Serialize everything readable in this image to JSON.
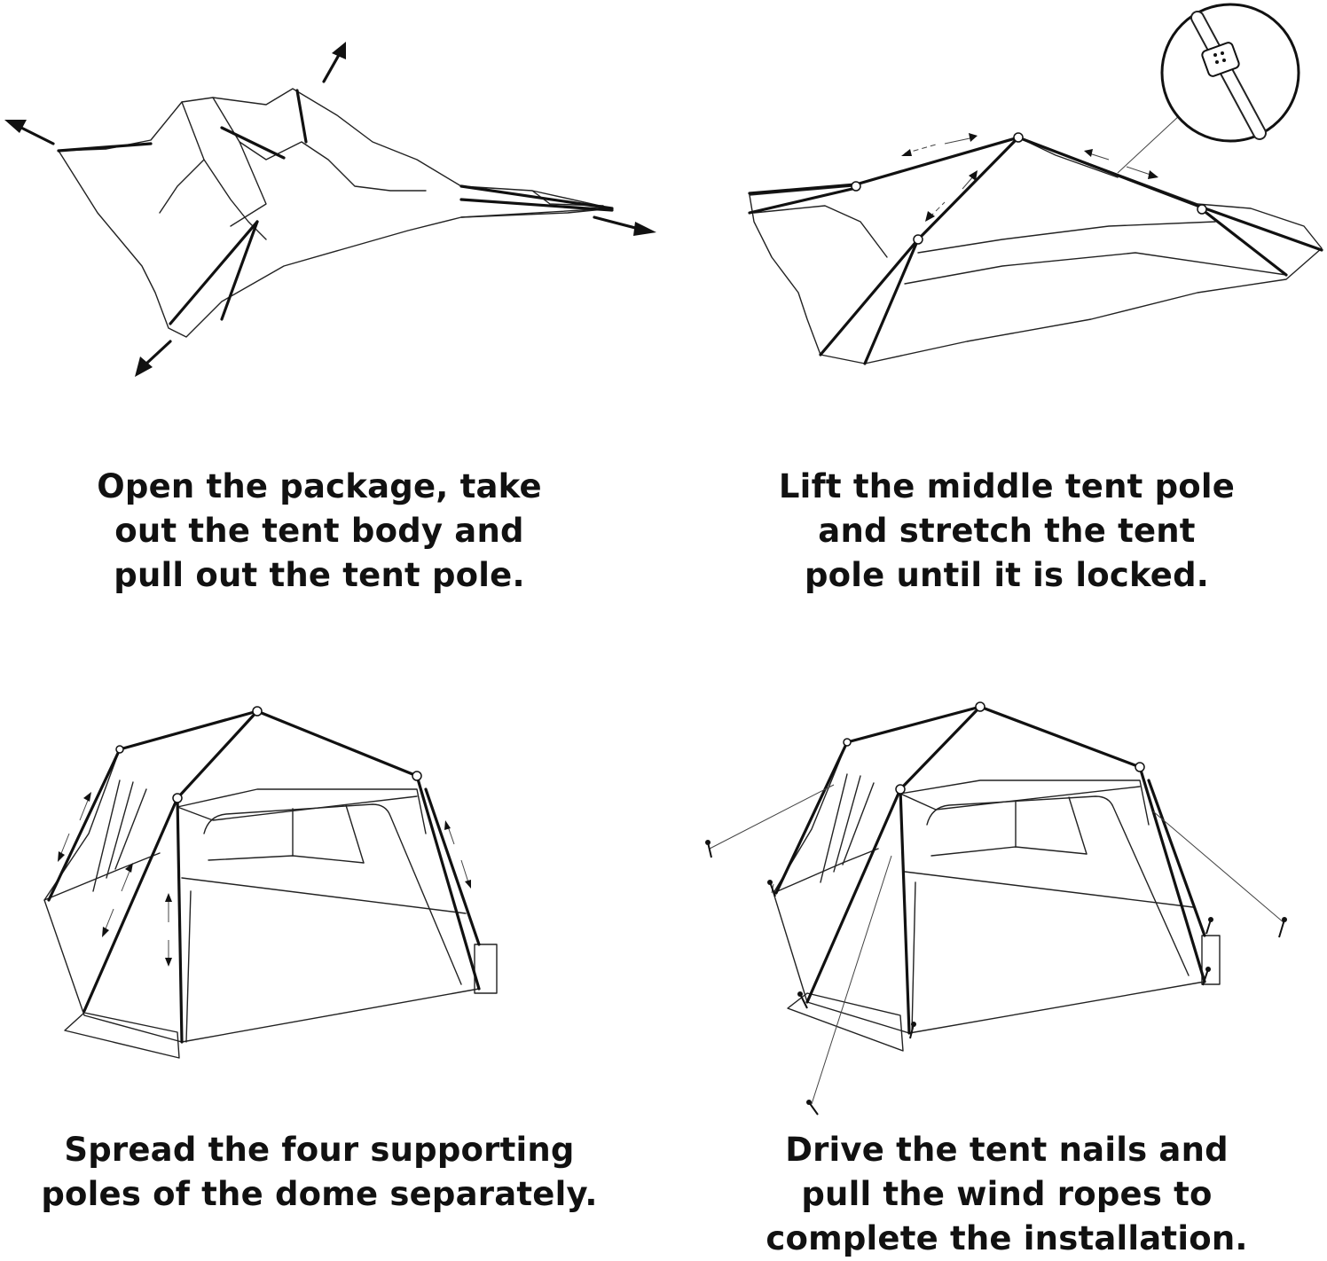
{
  "steps": [
    {
      "id": "step1",
      "lines": [
        "Open the package, take",
        "out the tent body and",
        "pull out the tent pole."
      ]
    },
    {
      "id": "step2",
      "lines": [
        "Lift the middle tent pole",
        "and stretch the tent",
        "pole until it is locked."
      ]
    },
    {
      "id": "step3",
      "lines": [
        "Spread the four supporting",
        "poles of the dome separately."
      ]
    },
    {
      "id": "step4",
      "lines": [
        "Drive the tent nails and",
        "pull the wind ropes to",
        "complete the installation."
      ]
    }
  ],
  "colors": {
    "ink": "#111111",
    "background": "#ffffff"
  }
}
